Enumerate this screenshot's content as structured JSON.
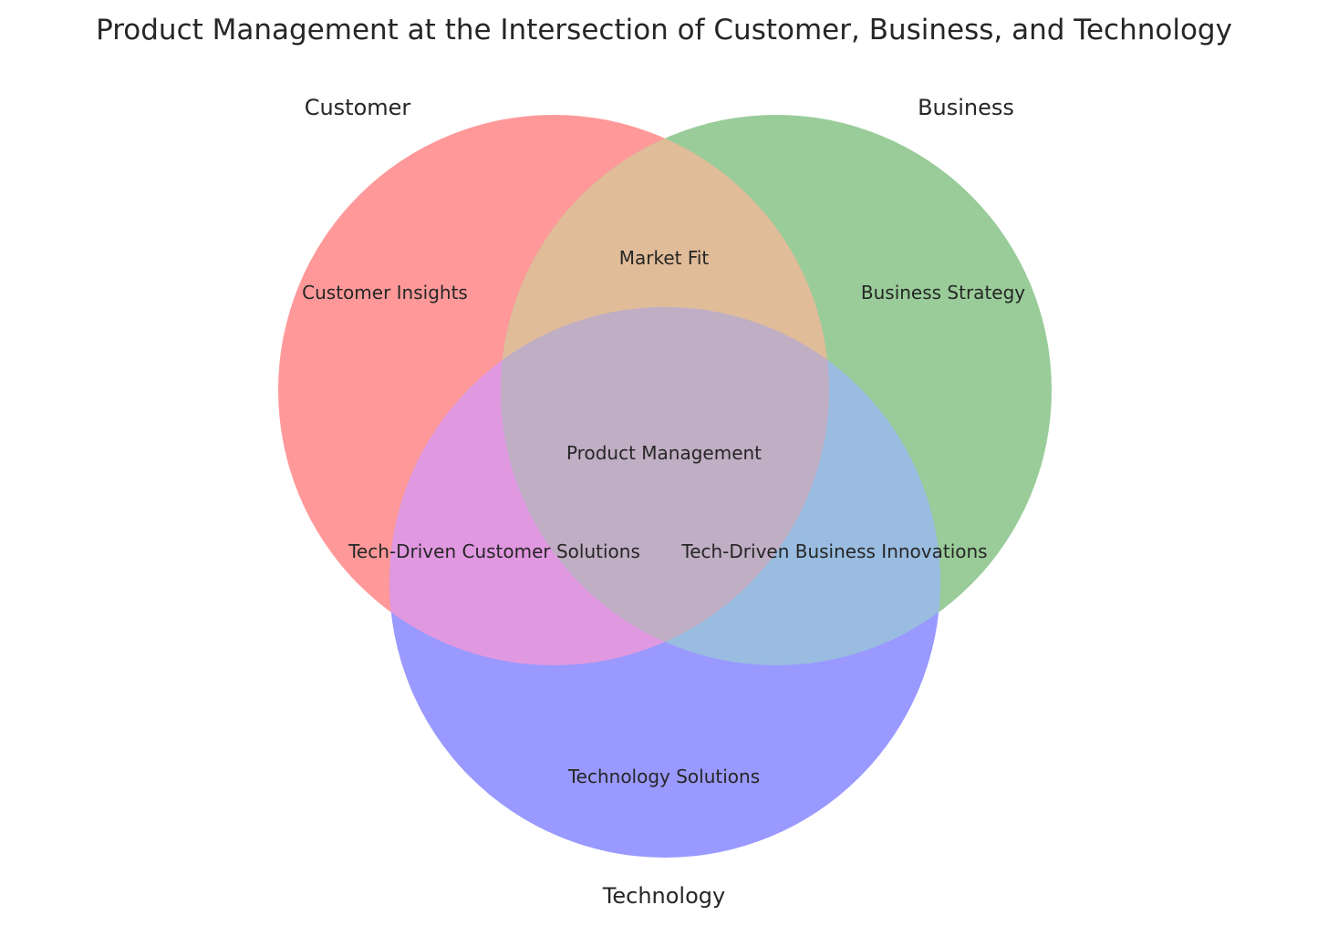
{
  "title": "Product Management at the Intersection of Customer, Business, and Technology",
  "sets": {
    "customer": {
      "label": "Customer",
      "color": "#ff9999"
    },
    "business": {
      "label": "Business",
      "color": "#99cc99"
    },
    "technology": {
      "label": "Technology",
      "color": "#9999ff"
    }
  },
  "regions": {
    "customer_only": "Customer Insights",
    "business_only": "Business Strategy",
    "technology_only": "Technology Solutions",
    "customer_business": "Market Fit",
    "customer_technology": "Tech-Driven Customer Solutions",
    "business_technology": "Tech-Driven Business Innovations",
    "all_three": "Product Management"
  },
  "overlap_colors": {
    "customer_business": "#e0bc99",
    "customer_technology": "#e098e0",
    "business_technology": "#99bce0",
    "all_three": "#c0aec4"
  }
}
